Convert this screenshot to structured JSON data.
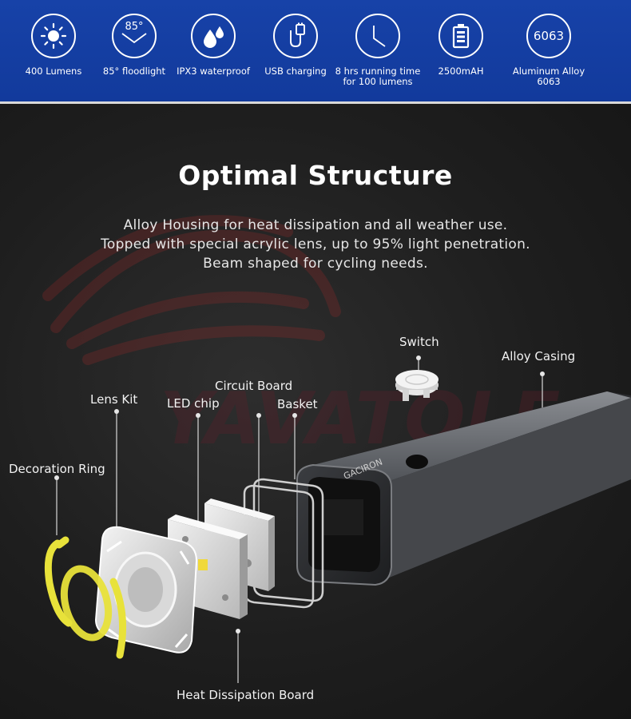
{
  "features": [
    {
      "icon": "sun-icon",
      "label": "400 Lumens"
    },
    {
      "icon": "floodlight-angle-icon",
      "icon_text": "85°",
      "label": "85° floodlight"
    },
    {
      "icon": "water-drops-icon",
      "label": "IPX3 waterproof"
    },
    {
      "icon": "usb-plug-icon",
      "label": "USB charging"
    },
    {
      "icon": "clock-icon",
      "label": "8 hrs running time\nfor 100 lumens"
    },
    {
      "icon": "battery-icon",
      "label": "2500mAH"
    },
    {
      "icon": "alloy-badge-icon",
      "icon_text": "6063",
      "label": "Aluminum Alloy 6063"
    }
  ],
  "section": {
    "title": "Optimal Structure",
    "lines": [
      "Alloy Housing for heat dissipation and all weather use.",
      "Topped with special acrylic lens, up to 95% light penetration.",
      "Beam shaped for cycling needs."
    ]
  },
  "parts": {
    "switch": "Switch",
    "alloy_casing": "Alloy Casing",
    "circuit_board": "Circuit Board",
    "lens_kit": "Lens Kit",
    "led_chip": "LED chip",
    "basket": "Basket",
    "decoration_ring": "Decoration Ring",
    "heat_dissipation_board": "Heat Dissipation Board"
  },
  "product": {
    "brand_mark": "GACIRON",
    "watermark": "YAVATOLE"
  },
  "colors": {
    "banner_blue": "#1742a8",
    "background_dark": "#1e1e1e",
    "decoration_ring_yellow": "#e8e23a",
    "casing_gray": "#6b6e73"
  }
}
